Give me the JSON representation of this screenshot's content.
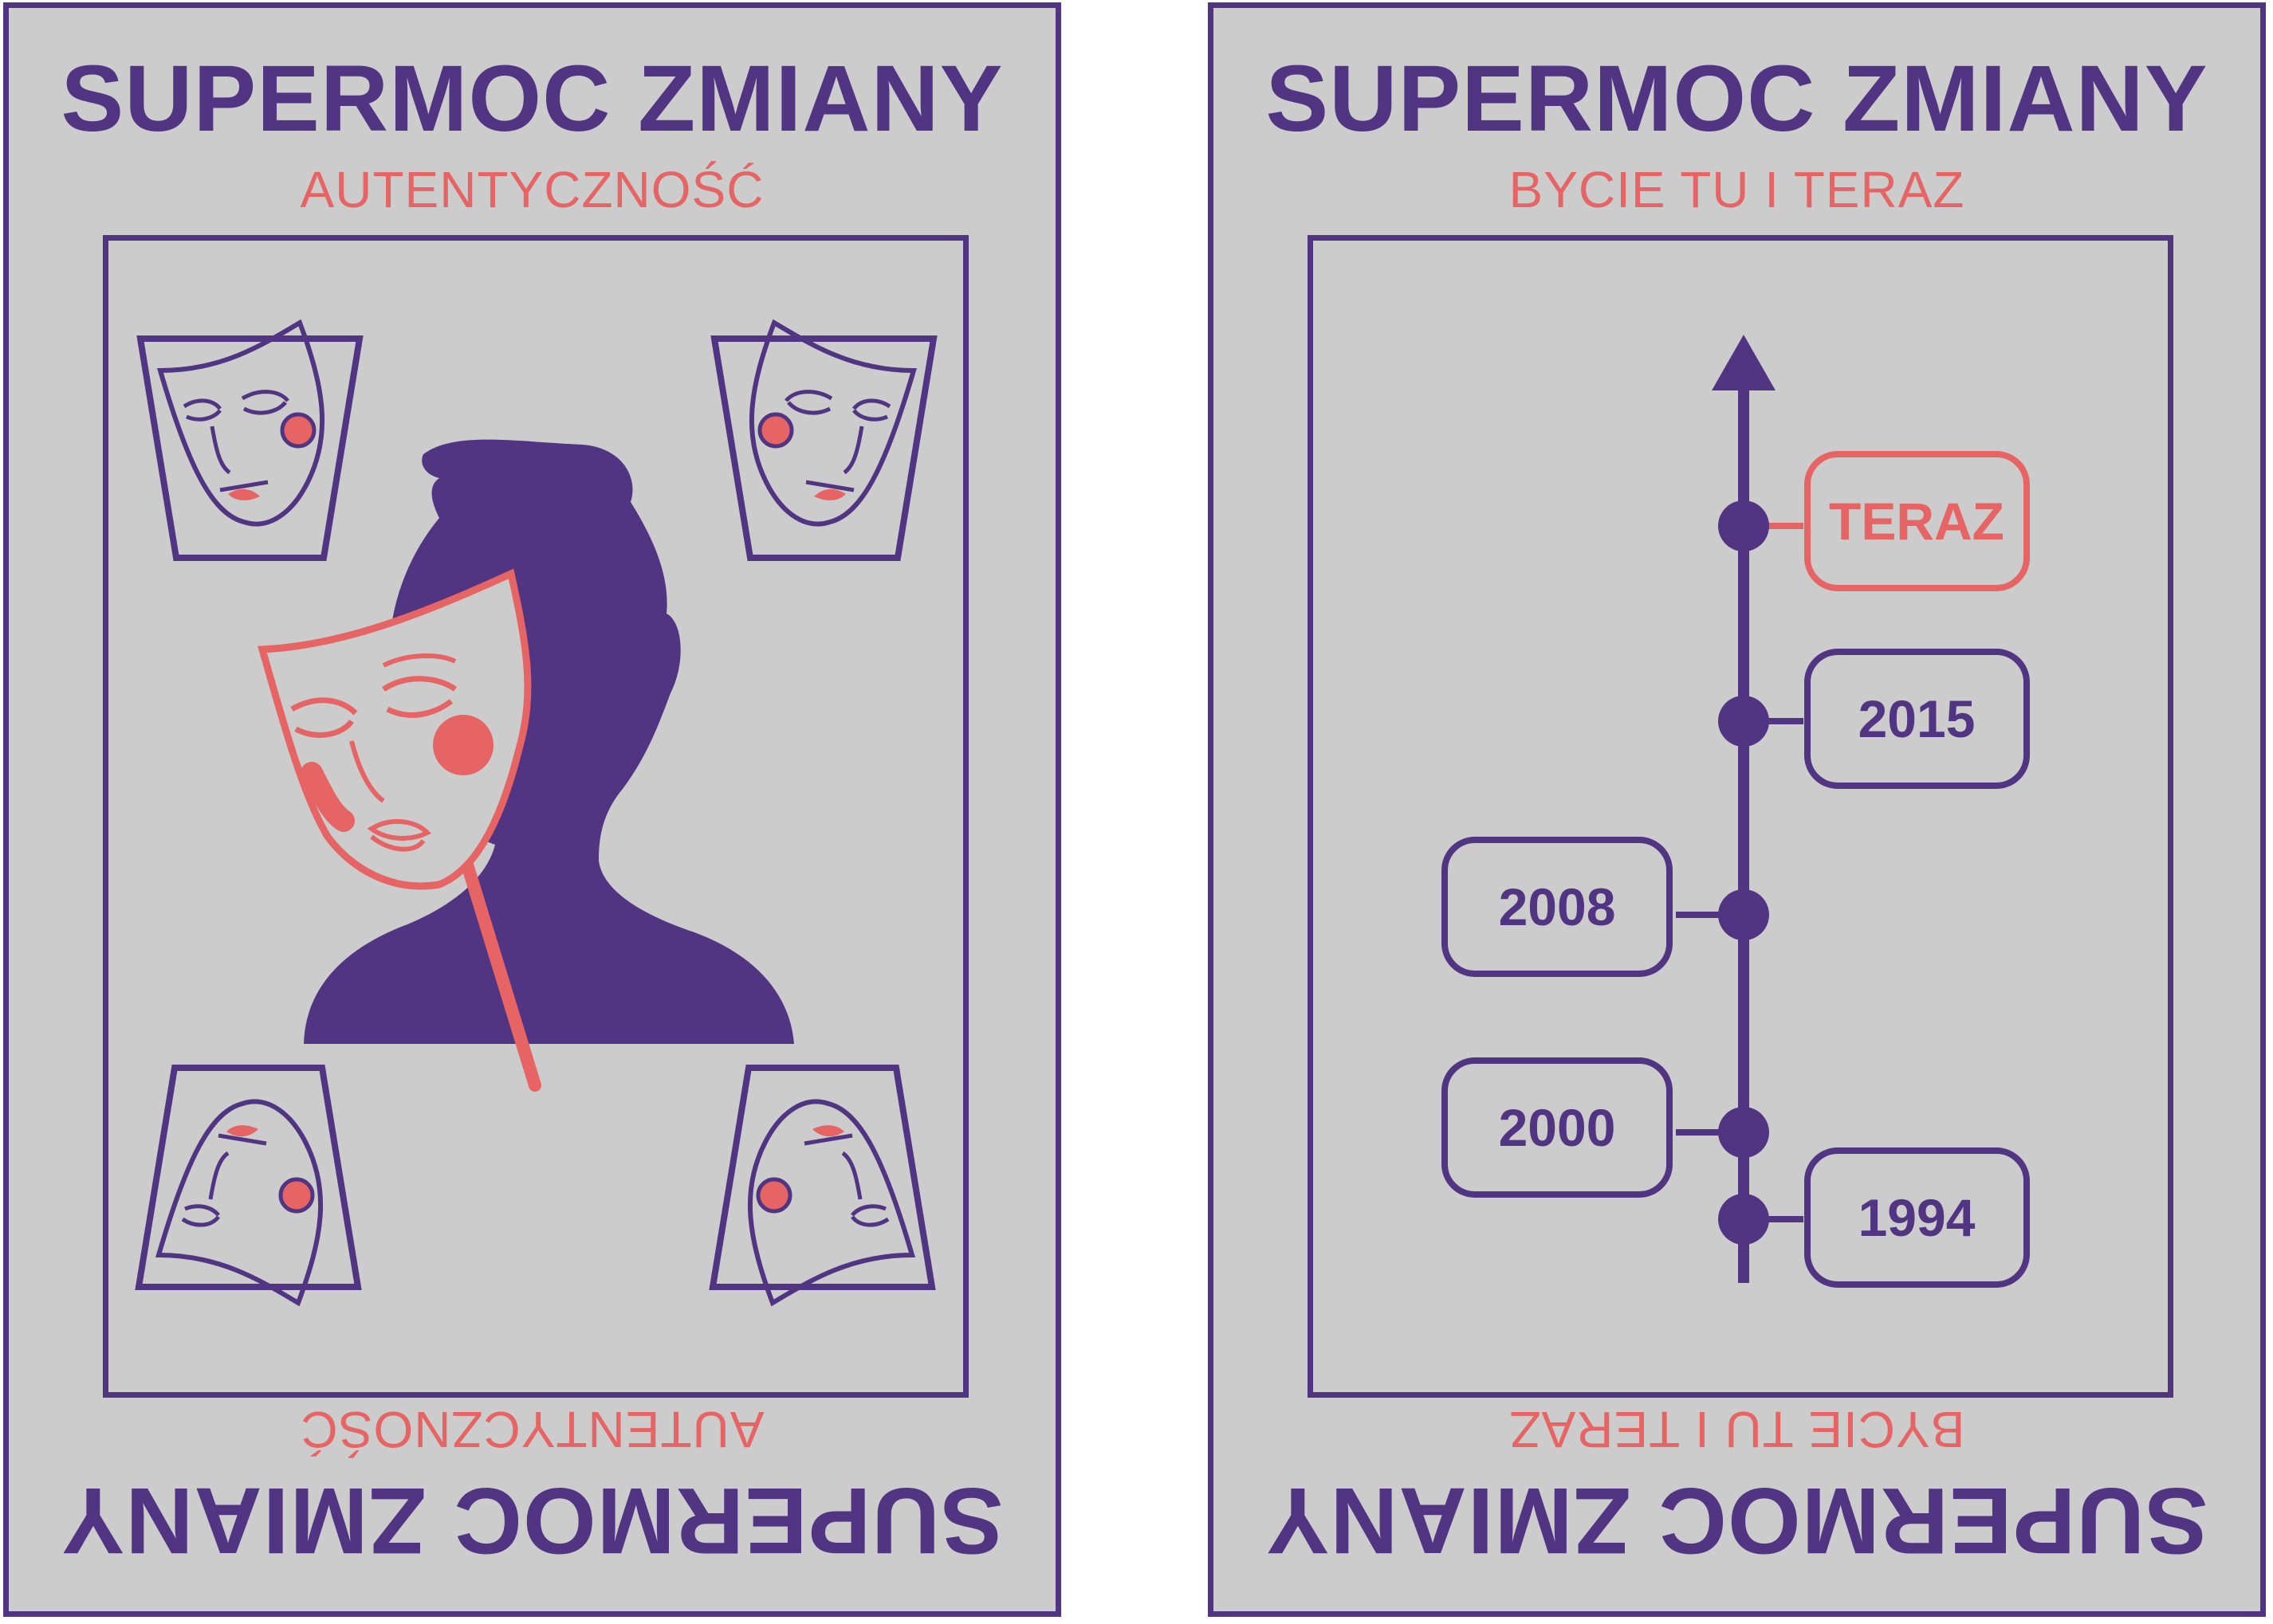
{
  "cards": [
    {
      "title": "SUPERMOC ZMIANY",
      "subtitle": "AUTENTYCZNOŚĆ",
      "illustration": "person-holding-mask-icon"
    },
    {
      "title": "SUPERMOC ZMIANY",
      "subtitle": "BYCIE TU I TERAZ",
      "illustration": "timeline",
      "timeline": {
        "now_label": "TERAZ",
        "years": [
          "2015",
          "2008",
          "2000",
          "1994"
        ]
      }
    }
  ],
  "colors": {
    "primary": "#513583",
    "accent": "#e66564",
    "card_background": "#cccccc"
  }
}
